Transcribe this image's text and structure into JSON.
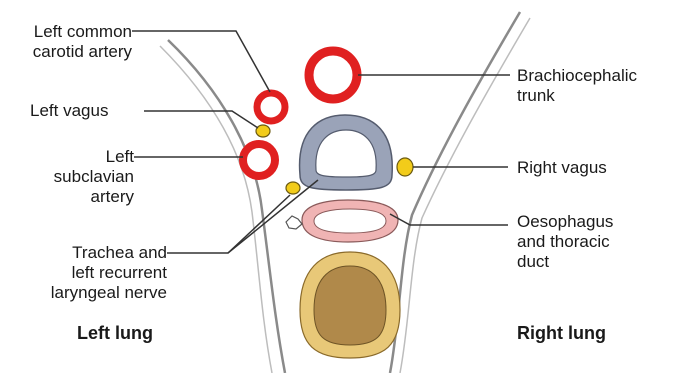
{
  "labels": {
    "left_common_carotid": [
      "Left common",
      "carotid artery"
    ],
    "left_vagus": "Left vagus",
    "left_subclavian": [
      "Left",
      "subclavian",
      "artery"
    ],
    "trachea_nerve": [
      "Trachea and",
      "left recurrent",
      "laryngeal nerve"
    ],
    "left_lung": "Left lung",
    "brachiocephalic": [
      "Brachiocephalic",
      "trunk"
    ],
    "right_vagus": "Right vagus",
    "oesophagus": [
      "Oesophagus",
      "and thoracic",
      "duct"
    ],
    "right_lung": "Right lung"
  },
  "colors": {
    "artery": "#e02020",
    "nerve": "#f2cc1a",
    "trachea": "#9aa3b8",
    "oesophagus": "#f0b4b4",
    "vertebra": "#e8c878",
    "vertebra_core": "#b0894a",
    "line": "#333333"
  }
}
